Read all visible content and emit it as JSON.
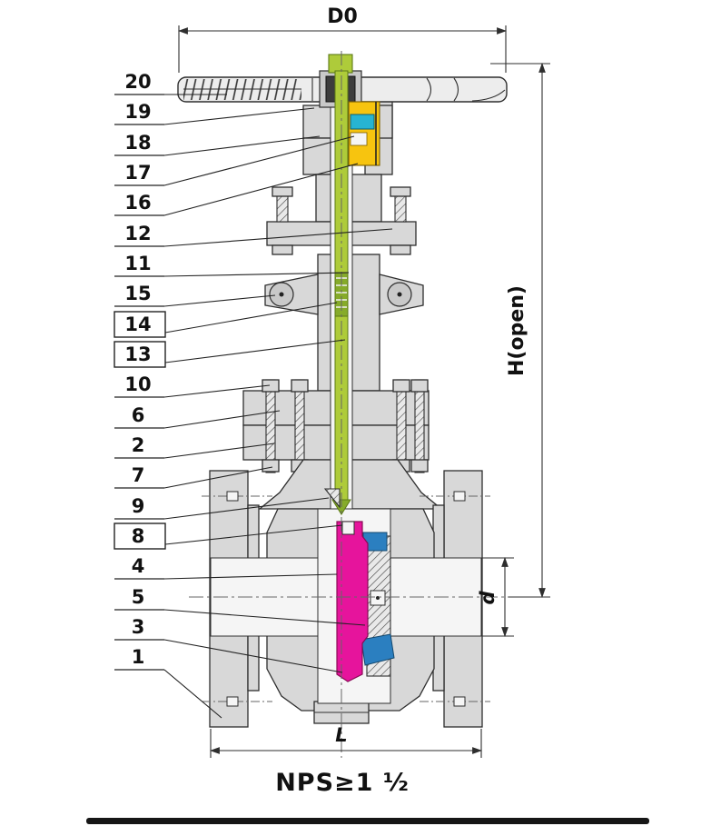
{
  "diagram": {
    "subject": "gate-valve-cross-section",
    "caption": "NPS≥1 ½",
    "dimensions": {
      "width_top": "D0",
      "height_open": "H(open)",
      "bore": "d",
      "face_to_face": "L"
    },
    "callouts": [
      {
        "num": "20",
        "boxed": false
      },
      {
        "num": "19",
        "boxed": false
      },
      {
        "num": "18",
        "boxed": false
      },
      {
        "num": "17",
        "boxed": false
      },
      {
        "num": "16",
        "boxed": false
      },
      {
        "num": "12",
        "boxed": false
      },
      {
        "num": "11",
        "boxed": false
      },
      {
        "num": "15",
        "boxed": false
      },
      {
        "num": "14",
        "boxed": true
      },
      {
        "num": "13",
        "boxed": true
      },
      {
        "num": "10",
        "boxed": false
      },
      {
        "num": "6",
        "boxed": false
      },
      {
        "num": "2",
        "boxed": false
      },
      {
        "num": "7",
        "boxed": false
      },
      {
        "num": "9",
        "boxed": false
      },
      {
        "num": "8",
        "boxed": true
      },
      {
        "num": "4",
        "boxed": false
      },
      {
        "num": "5",
        "boxed": false
      },
      {
        "num": "3",
        "boxed": false
      },
      {
        "num": "1",
        "boxed": false
      }
    ],
    "colors": {
      "stem_green": "#aecb3a",
      "stem_green_dark": "#86ab2a",
      "nut_yellow": "#f7c40f",
      "bearing_cyan": "#27b4d2",
      "gate_magenta": "#e6149c",
      "seat_blue": "#2b7fc0",
      "hub_dark": "#3c3c3c"
    }
  }
}
